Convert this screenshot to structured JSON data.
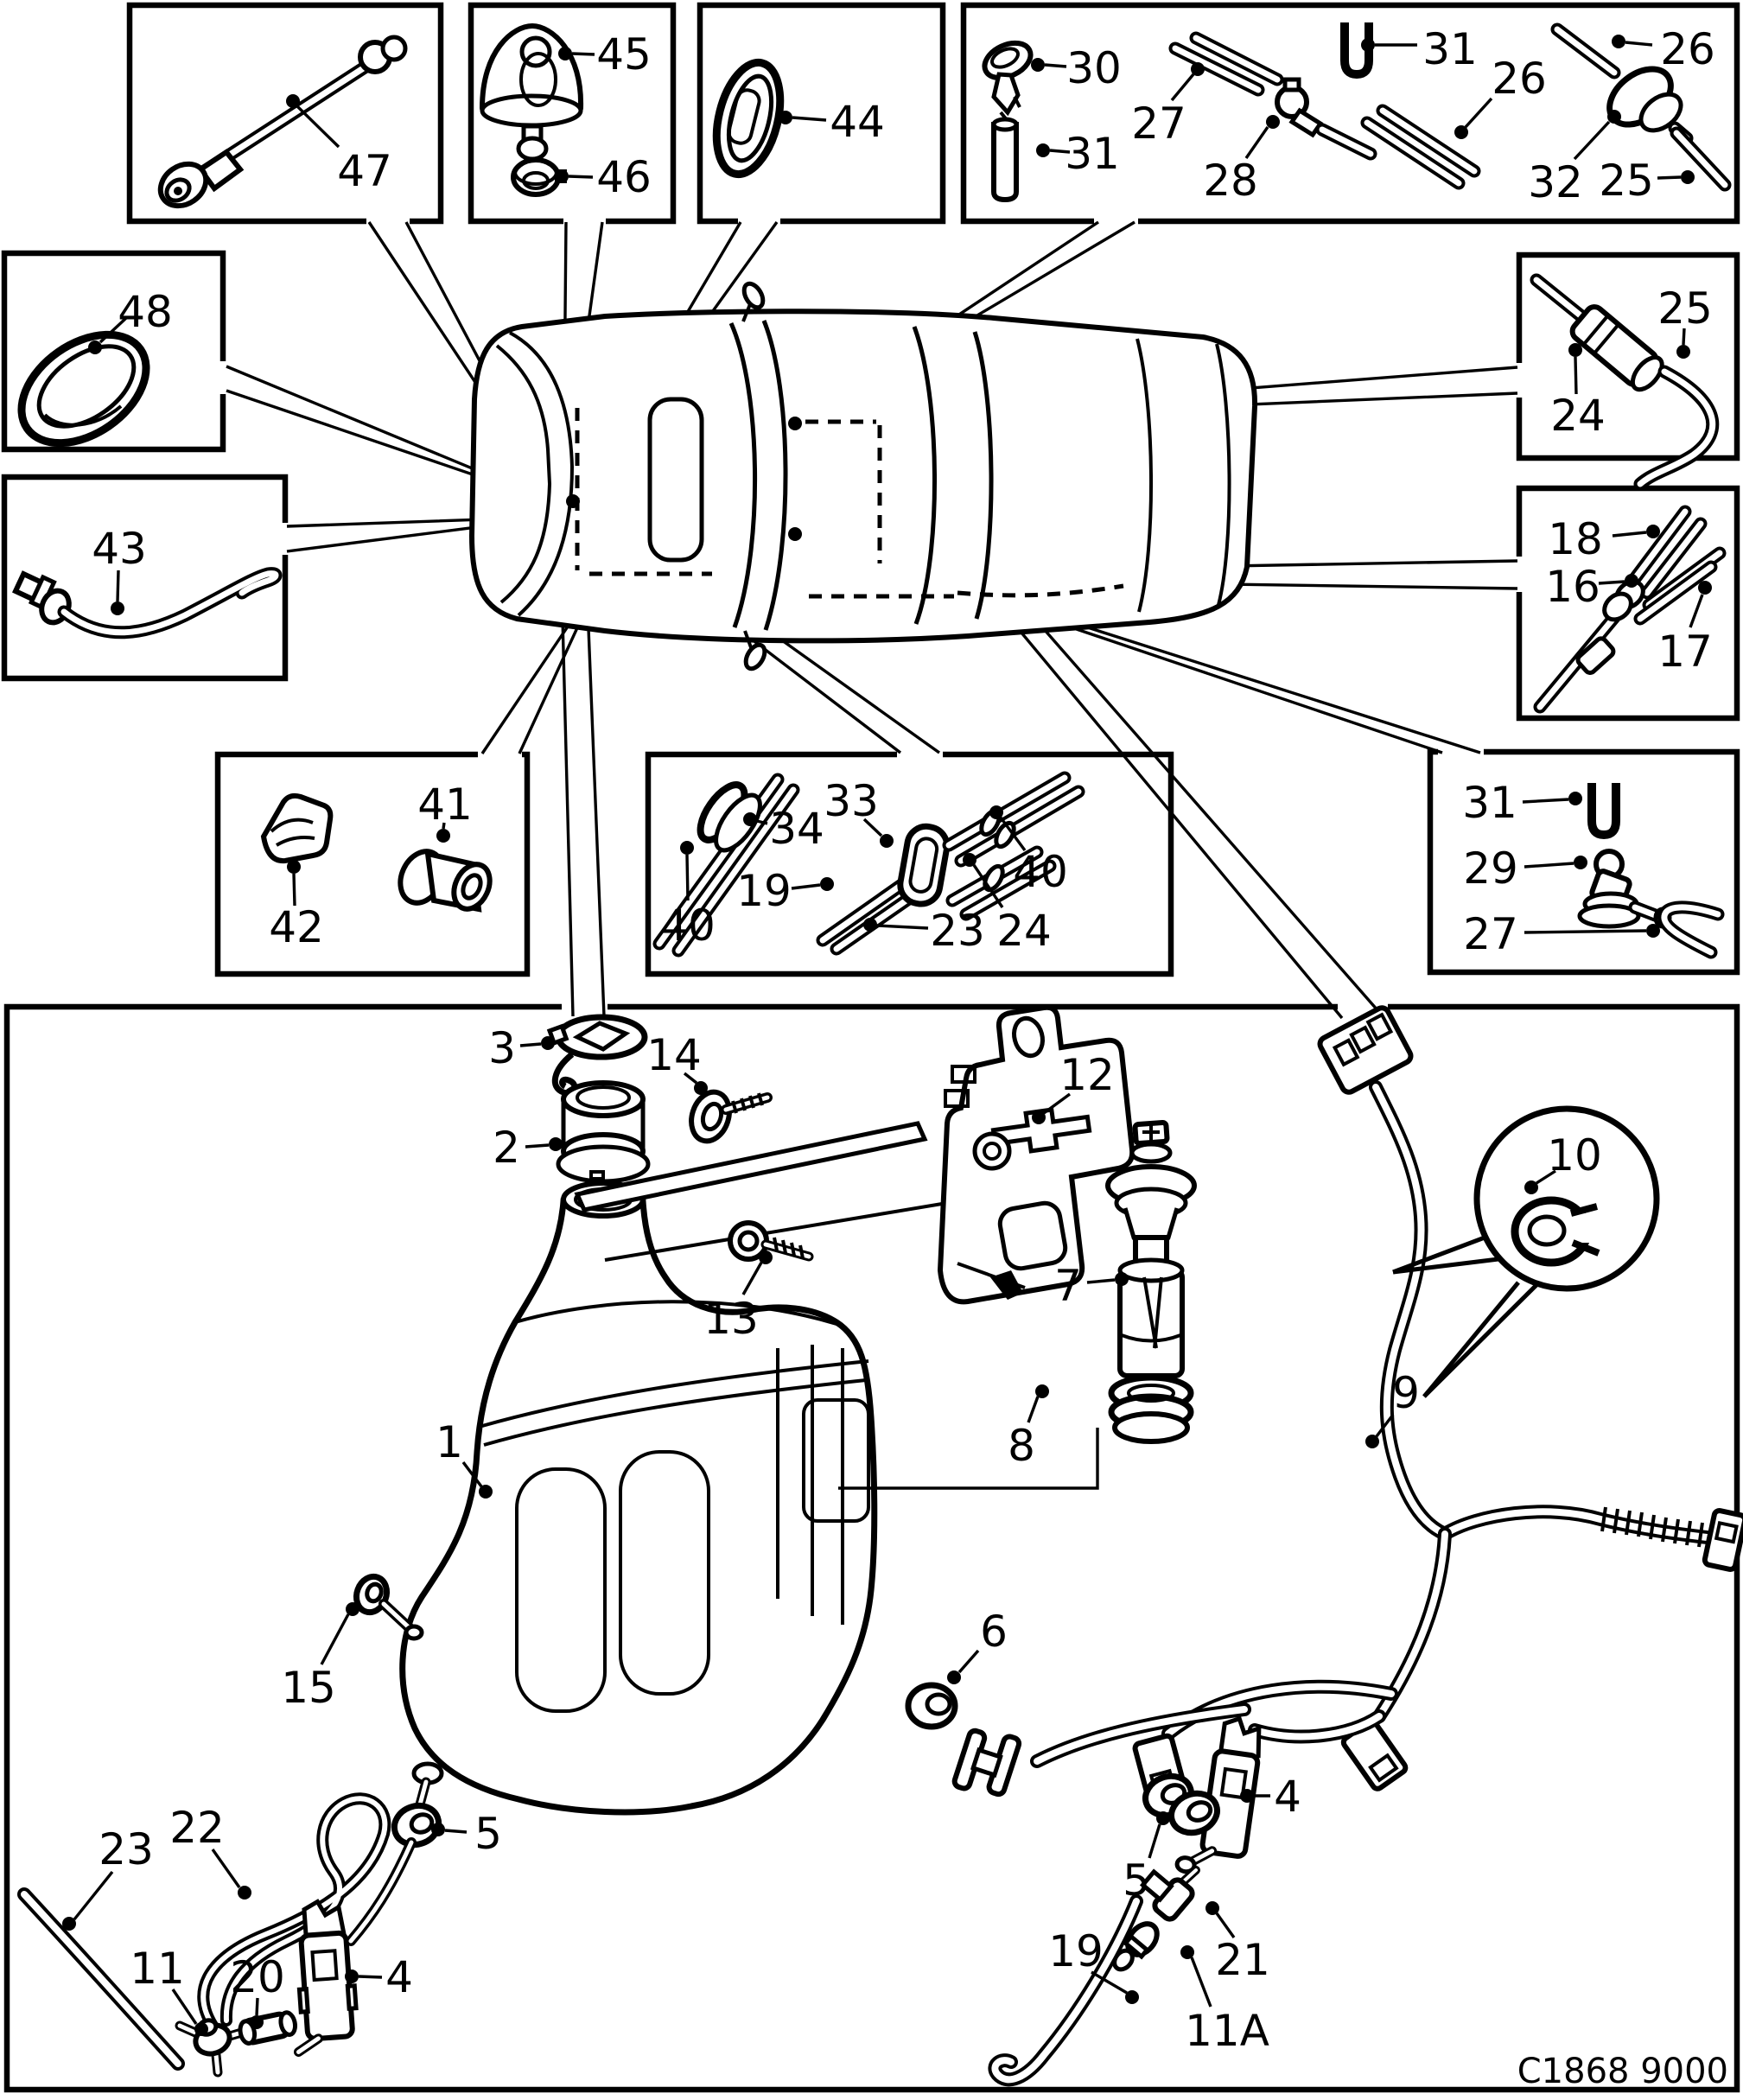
{
  "diagram": {
    "kind": "exploded-parts-diagram",
    "subject": "washer system and reservoir with top-view car reference",
    "background_color": "#ffffff",
    "line_color": "#000000",
    "code": "C1868 9000"
  },
  "callouts": {
    "box47": {
      "n47": "47"
    },
    "box45_46": {
      "n45": "45",
      "n46": "46"
    },
    "box44": {
      "n44": "44"
    },
    "box_nozzles": {
      "n30": "30",
      "n31a": "31",
      "n27": "27",
      "n28": "28",
      "n31b": "31",
      "n26a": "26",
      "n26b": "26",
      "n32": "32",
      "n25": "25"
    },
    "box_coupling": {
      "n25": "25",
      "n24": "24"
    },
    "box_y_hose": {
      "n18": "18",
      "n16": "16",
      "n17": "17"
    },
    "box_pad": {
      "n48": "48"
    },
    "box_pipe": {
      "n43": "43"
    },
    "box_clips": {
      "n41": "41",
      "n42": "42"
    },
    "box_hoses": {
      "n34": "34",
      "n33": "33",
      "n40a": "40",
      "n19": "19",
      "n23": "23",
      "n24": "24",
      "n40b": "40"
    },
    "box_clip_nozzle": {
      "n31": "31",
      "n29": "29",
      "n27": "27"
    },
    "main": {
      "n1": "1",
      "n2": "2",
      "n3": "3",
      "n4a": "4",
      "n4b": "4",
      "n5a": "5",
      "n5b": "5",
      "n6": "6",
      "n7": "7",
      "n8": "8",
      "n9": "9",
      "n10": "10",
      "n11": "11",
      "n11a": "11A",
      "n12": "12",
      "n13": "13",
      "n14": "14",
      "n15": "15",
      "n19": "19",
      "n20": "20",
      "n21": "21",
      "n22": "22",
      "n23": "23"
    },
    "code": "C1868 9000"
  }
}
